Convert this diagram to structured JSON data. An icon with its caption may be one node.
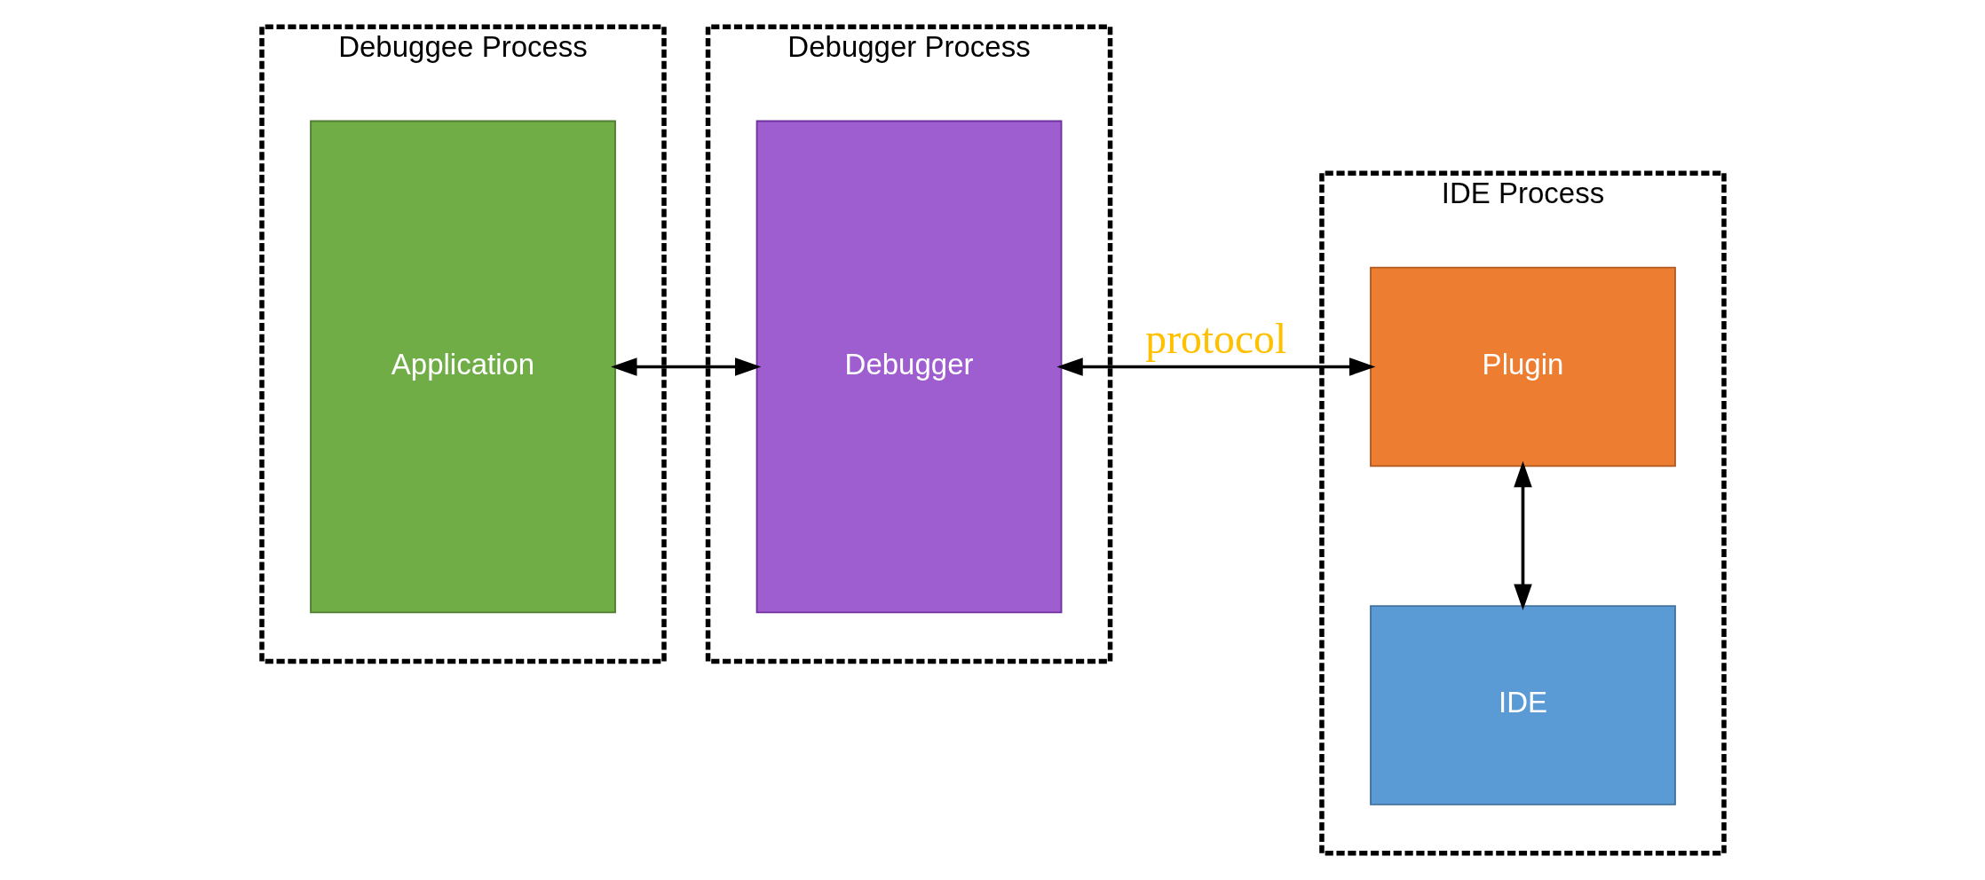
{
  "diagram": {
    "nodes": [
      {
        "text": [
          "Debuggee Process"
        ]
      },
      {
        "text": [
          "Application"
        ],
        "in": 0
      },
      {
        "text": [
          "Debugger Process"
        ]
      },
      {
        "text": [
          "Debugger"
        ],
        "in": 2
      },
      {
        "text": [
          "IDE Process"
        ]
      },
      {
        "text": [
          "IDE"
        ],
        "in": 4
      },
      {
        "text": [
          "Plugin"
        ],
        "in": 4
      }
    ],
    "edges": [
      {
        "from": 1,
        "to": 3,
        "arrow": "both"
      },
      {
        "from": 3,
        "to": 6,
        "arrow": "both",
        "label": "protocol"
      },
      {
        "from": 5,
        "to": 6,
        "arrow": "both"
      }
    ]
  }
}
